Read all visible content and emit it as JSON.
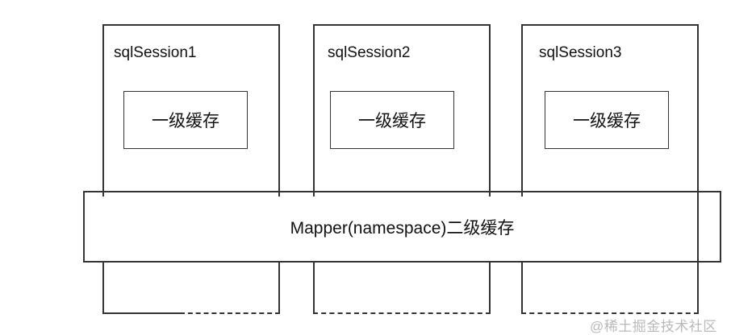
{
  "diagram": {
    "sessions": [
      {
        "label": "sqlSession1",
        "cache_label": "一级缓存"
      },
      {
        "label": "sqlSession2",
        "cache_label": "一级缓存"
      },
      {
        "label": "sqlSession3",
        "cache_label": "一级缓存"
      }
    ],
    "second_level_cache": {
      "label": "Mapper(namespace)二级缓存"
    },
    "watermark": {
      "label": "@稀土掘金技术社区"
    },
    "colors": {
      "line": "#333333",
      "text": "#111111",
      "watermark": "#b9b9b9",
      "background": "#ffffff"
    }
  }
}
